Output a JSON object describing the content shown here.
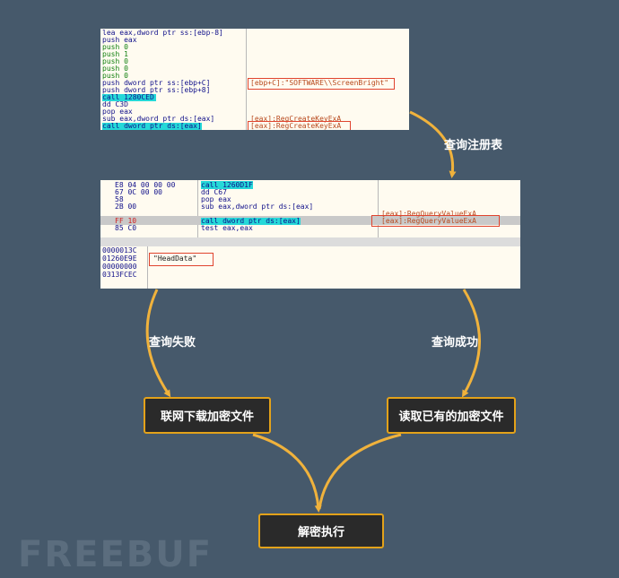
{
  "panel1": {
    "code": [
      "lea eax,dword ptr ss:[ebp-8]",
      "push eax",
      "push 0",
      "push 1",
      "push 0",
      "push 0",
      "push 0",
      "push dword ptr ss:[ebp+C]",
      "push dword ptr ss:[ebp+8]",
      "call 1280CED",
      "dd C3D",
      "pop eax",
      "sub eax,dword ptr ds:[eax]",
      "call dword ptr ds:[eax]"
    ],
    "comment_1": "[ebp+C]:\"SOFTWARE\\\\ScreenBright\"",
    "comment_2": "[eax]:RegCreateKeyExA",
    "comment_3": "[eax]:RegCreateKeyExA"
  },
  "panel2": {
    "bytes": [
      "E8 04 00 00 00",
      "67 0C 00 00",
      "58",
      "2B 00",
      "FF 10",
      "85 C0"
    ],
    "code": [
      "call 1260D1F",
      "dd C67",
      "pop eax",
      "sub eax,dword ptr ds:[eax]",
      "call dword ptr ds:[eax]",
      "test eax,eax"
    ],
    "comment_1": "[eax]:RegQueryValueExA",
    "comment_2": "[eax]:RegQueryValueExA",
    "stack_addrs": [
      "0000013C",
      "01260E9E",
      "00000000",
      "0313FCEC"
    ],
    "stack_value": "\"HeadData\""
  },
  "labels": {
    "query_registry": "查询注册表",
    "query_fail": "查询失败",
    "query_success": "查询成功"
  },
  "boxes": {
    "download": "联网下载加密文件",
    "read_existing": "读取已有的加密文件",
    "decrypt_execute": "解密执行"
  },
  "watermark": "FREEBUF",
  "colors": {
    "background": "#46596b",
    "arrow": "#f0b23c",
    "box_border": "#e3a21a",
    "box_fill": "#2a2a2a"
  }
}
